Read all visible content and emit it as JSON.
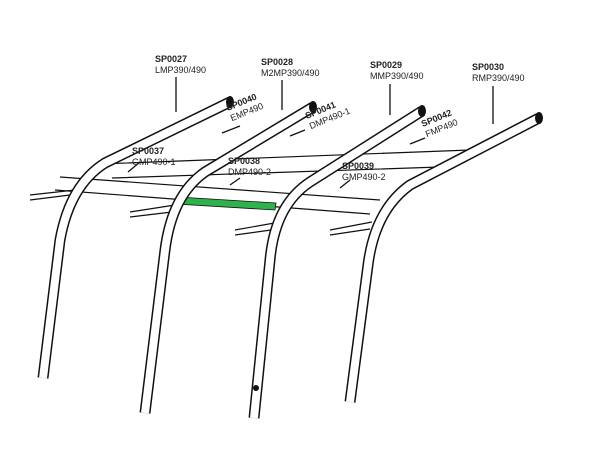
{
  "parts": [
    {
      "code": "SP0027",
      "name": "LMP390/490"
    },
    {
      "code": "SP0028",
      "name": "M2MP390/490"
    },
    {
      "code": "SP0029",
      "name": "MMP390/490"
    },
    {
      "code": "SP0030",
      "name": "RMP390/490"
    },
    {
      "code": "SP0040",
      "name": "EMP490"
    },
    {
      "code": "SP0041",
      "name": "DMP490-1"
    },
    {
      "code": "SP0042",
      "name": "FMP490"
    },
    {
      "code": "SP0037",
      "name": "GMP490-1"
    },
    {
      "code": "SP0038",
      "name": "DMP490-2"
    },
    {
      "code": "SP0039",
      "name": "GMP490-2"
    }
  ],
  "highlight_color": "#2db34a"
}
